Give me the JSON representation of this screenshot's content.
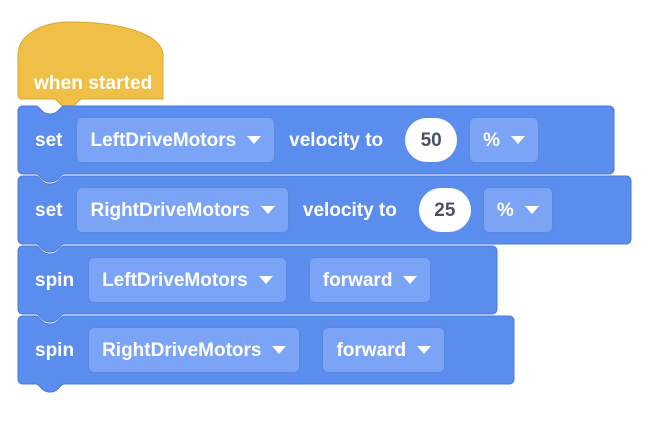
{
  "app": {
    "name": "VEXcode block workspace",
    "canvas_background": "#ffffff"
  },
  "colors": {
    "event_block": "#EFBF47",
    "event_block_stroke": "#d9a92f",
    "motion_block": "#5B8DEF",
    "motion_block_stroke": "#4a7ad6",
    "field_fill": "#7BA4F6",
    "field_stroke": "#5D88E0",
    "field_text": "#FFFFFF",
    "number_input_fill": "#FFFFFF",
    "number_input_text": "#4A5163"
  },
  "script": {
    "hat": {
      "label": "when started",
      "type": "event-hat"
    },
    "blocks": [
      {
        "id": "set-left",
        "keyword": "set",
        "target": "LeftDriveMotors",
        "mid_keyword": "velocity to",
        "value": "50",
        "unit": "%"
      },
      {
        "id": "set-right",
        "keyword": "set",
        "target": "RightDriveMotors",
        "mid_keyword": "velocity to",
        "value": "25",
        "unit": "%"
      },
      {
        "id": "spin-left",
        "keyword": "spin",
        "target": "LeftDriveMotors",
        "direction": "forward"
      },
      {
        "id": "spin-right",
        "keyword": "spin",
        "target": "RightDriveMotors",
        "direction": "forward"
      }
    ]
  },
  "icons": {
    "caret": "chevron-down-icon"
  }
}
